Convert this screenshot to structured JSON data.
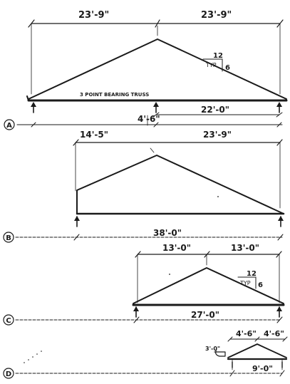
{
  "drawing": {
    "trusses": [
      {
        "marker": "A",
        "top_dims": [
          "23'-9\"",
          "23'-9\""
        ],
        "bottom_dims": [
          "4'-6\"",
          "22'-0\""
        ],
        "pitch": {
          "rise": "12",
          "run": "6",
          "label": "TYP"
        },
        "note": "3 POINT BEARING TRUSS"
      },
      {
        "marker": "B",
        "top_dims": [
          "14'-5\"",
          "23'-9\""
        ],
        "bottom_dims": [
          "38'-0\""
        ]
      },
      {
        "marker": "C",
        "top_dims": [
          "13'-0\"",
          "13'-0\""
        ],
        "bottom_dims": [
          "27'-0\""
        ],
        "pitch": {
          "rise": "12",
          "run": "6",
          "label": "TYP"
        }
      },
      {
        "marker": "D",
        "top_dims": [
          "4'-6\"",
          "4'-6\""
        ],
        "bottom_dims": [
          "9'-0\""
        ],
        "side_note": "3'-0\""
      }
    ]
  }
}
